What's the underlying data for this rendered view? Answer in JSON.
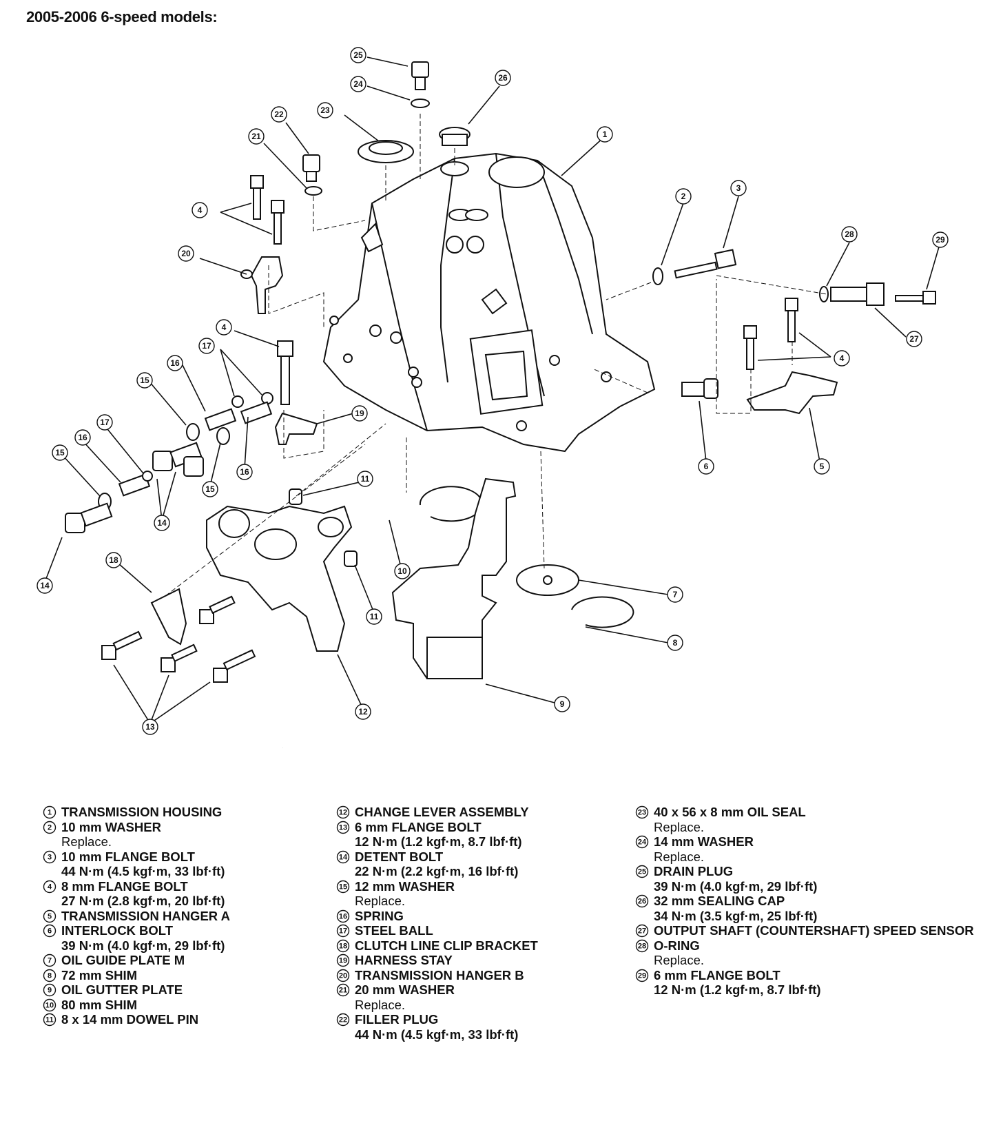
{
  "title": "2005-2006 6-speed models:",
  "legend": [
    {
      "num": "1",
      "name": "TRANSMISSION HOUSING",
      "details": []
    },
    {
      "num": "2",
      "name": "10 mm WASHER",
      "details": [
        "Replace."
      ]
    },
    {
      "num": "3",
      "name": "10 mm FLANGE BOLT",
      "details": [
        "44 N·m (4.5 kgf·m, 33 lbf·ft)"
      ]
    },
    {
      "num": "4",
      "name": "8 mm FLANGE BOLT",
      "details": [
        "27 N·m (2.8 kgf·m, 20 lbf·ft)"
      ]
    },
    {
      "num": "5",
      "name": "TRANSMISSION HANGER A",
      "details": []
    },
    {
      "num": "6",
      "name": "INTERLOCK BOLT",
      "details": [
        "39 N·m (4.0 kgf·m, 29 lbf·ft)"
      ]
    },
    {
      "num": "7",
      "name": "OIL GUIDE PLATE M",
      "details": []
    },
    {
      "num": "8",
      "name": "72 mm SHIM",
      "details": []
    },
    {
      "num": "9",
      "name": "OIL GUTTER PLATE",
      "details": []
    },
    {
      "num": "10",
      "name": "80 mm SHIM",
      "details": []
    },
    {
      "num": "11",
      "name": "8 x 14 mm DOWEL PIN",
      "details": []
    },
    {
      "num": "12",
      "name": "CHANGE LEVER ASSEMBLY",
      "details": []
    },
    {
      "num": "13",
      "name": "6 mm FLANGE BOLT",
      "details": [
        "12 N·m (1.2 kgf·m, 8.7 lbf·ft)"
      ]
    },
    {
      "num": "14",
      "name": "DETENT BOLT",
      "details": [
        "22 N·m (2.2 kgf·m, 16 lbf·ft)"
      ]
    },
    {
      "num": "15",
      "name": "12 mm WASHER",
      "details": [
        "Replace."
      ]
    },
    {
      "num": "16",
      "name": "SPRING",
      "details": []
    },
    {
      "num": "17",
      "name": "STEEL BALL",
      "details": []
    },
    {
      "num": "18",
      "name": "CLUTCH LINE CLIP BRACKET",
      "details": []
    },
    {
      "num": "19",
      "name": "HARNESS STAY",
      "details": []
    },
    {
      "num": "20",
      "name": "TRANSMISSION HANGER B",
      "details": []
    },
    {
      "num": "21",
      "name": "20 mm WASHER",
      "details": [
        "Replace."
      ]
    },
    {
      "num": "22",
      "name": "FILLER PLUG",
      "details": [
        "44 N·m (4.5 kgf·m, 33 lbf·ft)"
      ]
    },
    {
      "num": "23",
      "name": "40 x 56 x 8 mm OIL SEAL",
      "details": [
        "Replace."
      ]
    },
    {
      "num": "24",
      "name": "14 mm WASHER",
      "details": [
        "Replace."
      ]
    },
    {
      "num": "25",
      "name": "DRAIN PLUG",
      "details": [
        "39 N·m (4.0 kgf·m, 29 lbf·ft)"
      ]
    },
    {
      "num": "26",
      "name": "32 mm SEALING CAP",
      "details": [
        "34 N·m (3.5 kgf·m, 25 lbf·ft)"
      ]
    },
    {
      "num": "27",
      "name": "OUTPUT SHAFT (COUNTERSHAFT) SPEED SENSOR",
      "details": []
    },
    {
      "num": "28",
      "name": "O-RING",
      "details": [
        "Replace."
      ]
    },
    {
      "num": "29",
      "name": "6 mm FLANGE BOLT",
      "details": [
        "12 N·m (1.2 kgf·m, 8.7 lbf·ft)"
      ]
    }
  ],
  "callouts": [
    "1",
    "2",
    "3",
    "4",
    "5",
    "6",
    "7",
    "8",
    "9",
    "10",
    "11",
    "12",
    "13",
    "14",
    "15",
    "16",
    "17",
    "18",
    "19",
    "20",
    "21",
    "22",
    "23",
    "24",
    "25",
    "26",
    "27",
    "28",
    "29"
  ]
}
